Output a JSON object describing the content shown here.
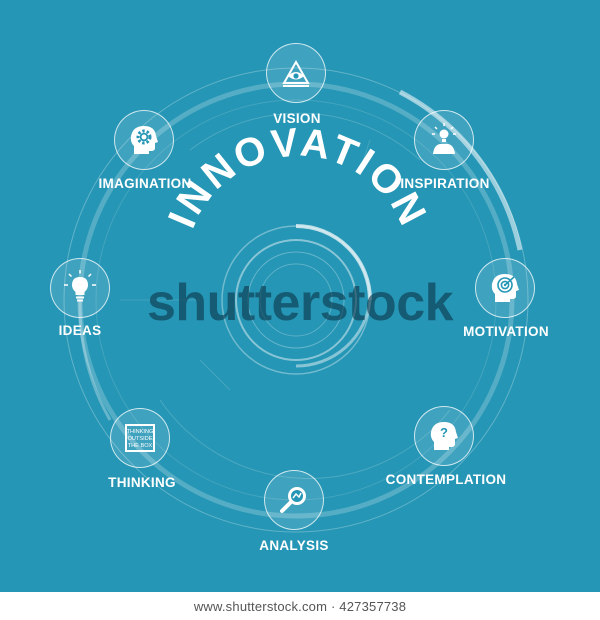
{
  "colors": {
    "background": "#2596b5",
    "foreground": "#ffffff"
  },
  "title": "INNOVATION",
  "watermark": "shutterstock",
  "footer_text": "www.shutterstock.com · 427357738",
  "nodes": [
    {
      "label": "VISION",
      "icon": "eye-triangle-icon"
    },
    {
      "label": "INSPIRATION",
      "icon": "person-lightbulb-icon"
    },
    {
      "label": "MOTIVATION",
      "icon": "head-target-icon"
    },
    {
      "label": "CONTEMPLATION",
      "icon": "head-question-icon"
    },
    {
      "label": "ANALYSIS",
      "icon": "magnifier-icon"
    },
    {
      "label": "THINKING",
      "icon": "thinking-outside-box-icon",
      "icon_text": [
        "THINKING",
        "OUTSIDE",
        "THE BOX"
      ]
    },
    {
      "label": "IDEAS",
      "icon": "lightbulb-icon"
    },
    {
      "label": "IMAGINATION",
      "icon": "head-gear-icon"
    }
  ]
}
